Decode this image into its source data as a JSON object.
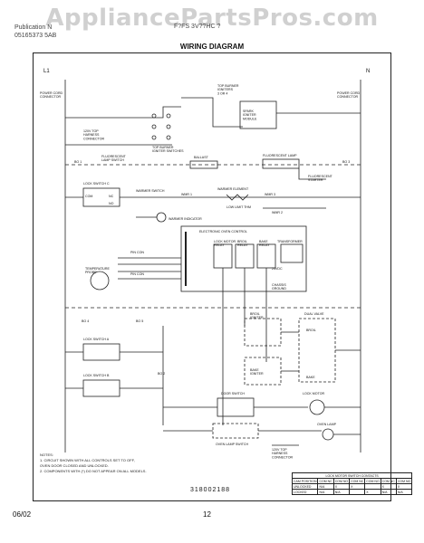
{
  "watermark": "AppliancePartsPros.com",
  "header": {
    "line1": "Publication N",
    "line2": "05165373 5AB",
    "model": "F?FS 3V??HC ?"
  },
  "title": "WIRING DIAGRAM",
  "labels": {
    "l1": "L1",
    "n": "N",
    "power_cord_left": "POWER CORD\nCONNECTOR",
    "power_cord_right": "POWER CORD\nCONNECTOR",
    "top_burner_ign": "TOP BURNER\nIGNITERS\n3 OR 4",
    "spark_module": "SPARK\nIGNITER\nMODULE",
    "top_burner_switches": "TOP BURNER\nIGNITER SWITCHES",
    "harness_conn_top": "120V TOP\nHARNESS\nCONNECTOR",
    "fl_lamp_switch": "FLUORESCENT\nLAMP SWITCH",
    "ballast": "BALLAST",
    "fl_lamp": "FLUORESCENT LAMP",
    "fl_starter": "FLUORESCENT\nSTARTER",
    "bo1": "BO 1",
    "bo2": "BO 2",
    "bo3": "BO 3",
    "bo4": "BO 4",
    "bo5": "BO 5",
    "lock_switch_c": "LOCK SWITCH C",
    "com": "COM",
    "nc": "NC",
    "no": "NO",
    "warmer_switch": "WARMER SWITCH",
    "warmer_element": "WARMER ELEMENT",
    "wmr1": "WMR 1",
    "wmr2": "WMR 2",
    "wmr3": "WMR 3",
    "low_limit": "LOW LIMIT THM",
    "warmer_indicator": "WARMER INDICATOR",
    "eoc": "ELECTRONIC OVEN CONTROL",
    "lock_motor_relay": "LOCK MOTOR\nRELAY",
    "broil_relay": "BROIL\nRELAY",
    "bake_relay": "BAKE\nRELAY",
    "transformer": "TRANSFORMER",
    "v24": "24VDC",
    "chassis_ground": "CHASSIS\nGROUND",
    "pin_con_1": "PIN CON",
    "pin_con_2": "PIN CON",
    "temp_probe": "TEMPERATURE\nPROBE",
    "lock_switch_a": "LOCK SWITCH A",
    "lock_switch_b": "LOCK SWITCH B",
    "broil_igniter": "BROIL\nIGNITER",
    "dual_valve": "DUAL VALVE",
    "bake_igniter": "BAKE\nIGNITER",
    "bake": "BAKE",
    "broil": "BROIL",
    "door_switch": "DOOR SWITCH",
    "lock_motor": "LOCK MOTOR",
    "oven_lamp": "OVEN LAMP",
    "oven_lamp_switch": "OVEN LAMP SWITCH",
    "harness_conn_bottom": "120V TOP\nHARNESS\nCONNECTOR"
  },
  "notes": {
    "heading": "NOTES:",
    "line1": "1. CIRCUIT SHOWN WITH ALL CONTROLS SET TO OFF,",
    "line2": "   OVEN DOOR CLOSED AND UNLOCKED.",
    "line3": "2. COMPONENTS WITH (*) DO NOT APPEAR ON ALL MODELS."
  },
  "lock_table": {
    "title": "LOCK MOTOR SWITCH CONTACTS",
    "headers": [
      "CAM POSITION",
      "COM NC",
      "COM NO",
      "COM NC",
      "COM NO",
      "COM NC",
      "COM NO"
    ],
    "rows": [
      [
        "UNLOCKED",
        "N/A",
        "X",
        "X",
        "",
        "X",
        "X"
      ],
      [
        "LOCKED",
        "N/A",
        "N/A",
        "",
        "X",
        "N/A",
        "N/A"
      ]
    ]
  },
  "doc_number": "318002188",
  "footer": {
    "date": "06/02",
    "page": "12"
  }
}
